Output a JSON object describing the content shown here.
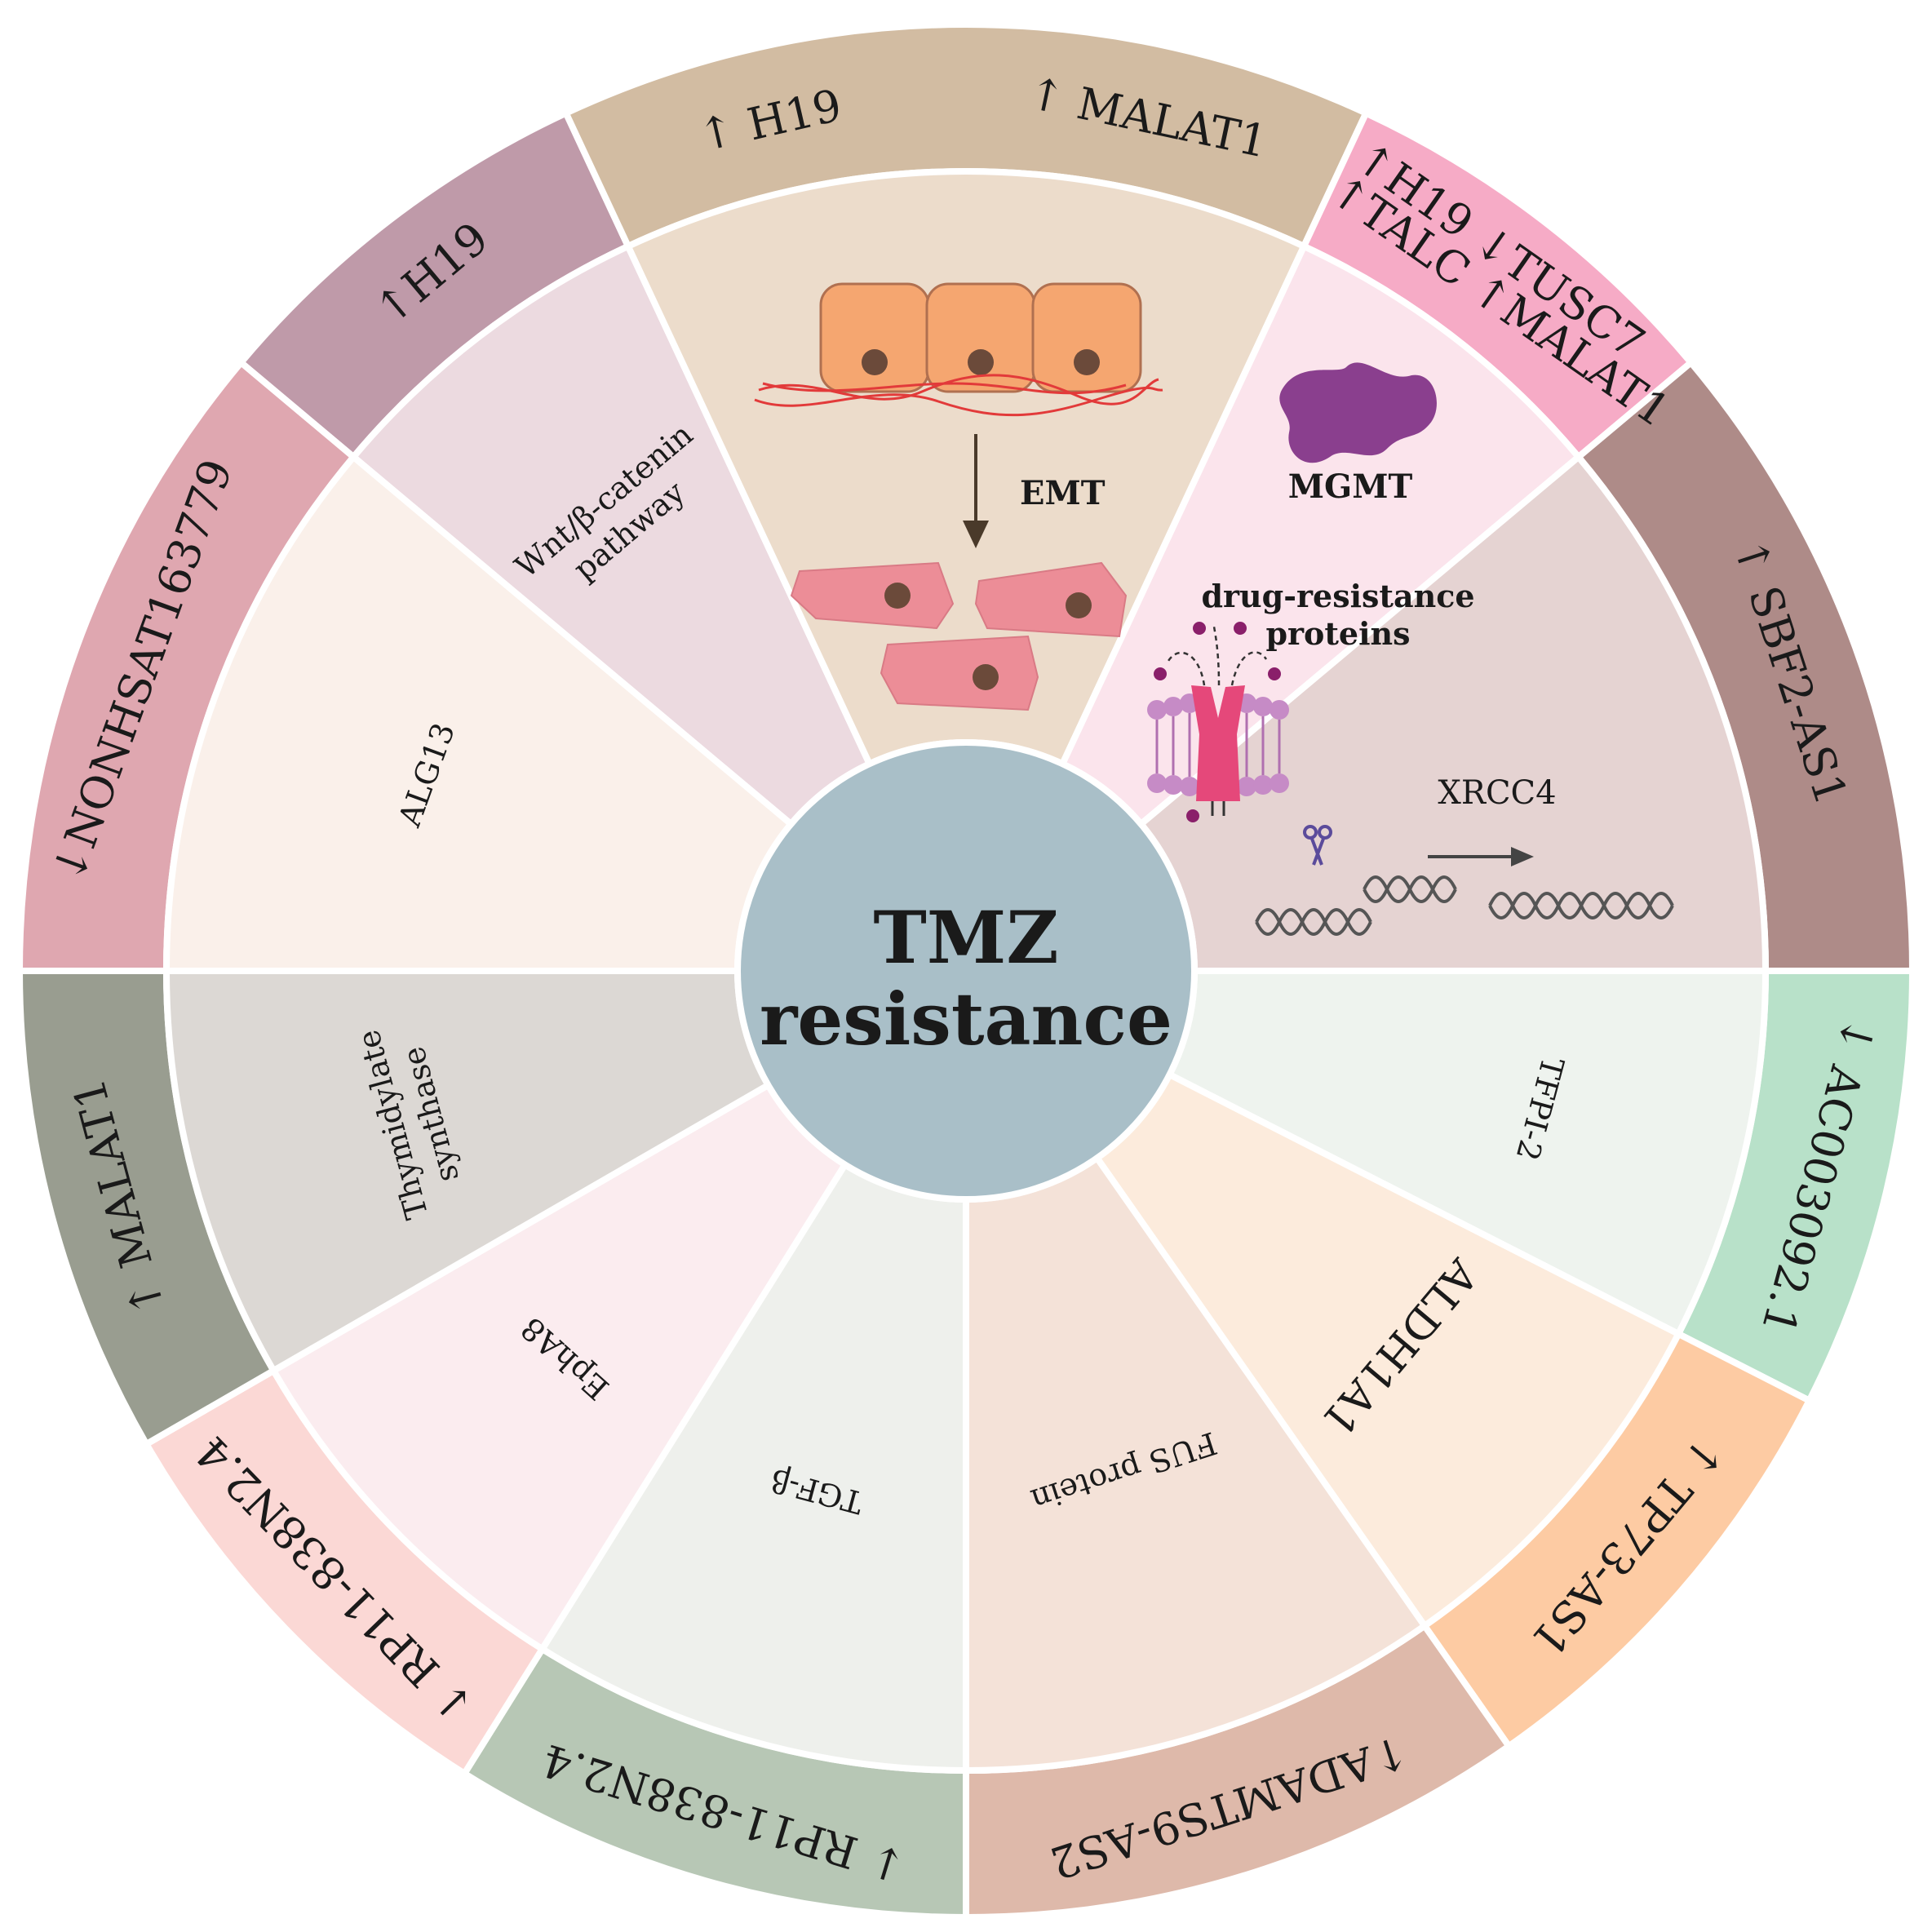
{
  "center": {
    "line1": "TMZ",
    "line2": "resistance",
    "color": "#a9bfc8"
  },
  "segments": [
    {
      "id": "wnt",
      "outer": [
        "↑H19"
      ],
      "inner": [
        "Wnt/β-catenin",
        "pathway"
      ],
      "outer_color": "#bf9aa9",
      "inner_color": "#ecdae0"
    },
    {
      "id": "emt",
      "outer": [
        "↑ H19",
        "↑  MALAT1"
      ],
      "inner": [],
      "outer_color": "#d2bca2",
      "inner_color": "#ecdccb"
    },
    {
      "id": "mgmt",
      "outer": [
        "↑H19  ↓TUSC7",
        "↑TALC ↑MALAT1"
      ],
      "inner": [],
      "outer_color": "#f6abc6",
      "inner_color": "#fbe4ec"
    },
    {
      "id": "xrcc4",
      "outer": [
        "↑ SBF2-AS1"
      ],
      "inner": [],
      "outer_color": "#ae8b88",
      "inner_color": "#e5d3d2"
    },
    {
      "id": "tfpi",
      "outer": [
        "↓ AC003092.1"
      ],
      "inner": [
        "TFPI-2"
      ],
      "outer_color": "#b8e1c9",
      "inner_color": "#eef3ee"
    },
    {
      "id": "aldh",
      "outer": [
        "↑ TP73-AS1"
      ],
      "inner": [
        "ALDH1A1"
      ],
      "outer_color": "#fdcba3",
      "inner_color": "#fcebdc"
    },
    {
      "id": "fus",
      "outer": [
        "↑ADAMTS9-AS2"
      ],
      "inner": [
        "FUS protein"
      ],
      "outer_color": "#deb9aa",
      "inner_color": "#f4e2d8"
    },
    {
      "id": "tgf",
      "outer": [
        "↓ RP11-838N2.4"
      ],
      "inner": [
        "TGF-β"
      ],
      "outer_color": "#b7c7b5",
      "inner_color": "#eef0ec"
    },
    {
      "id": "epha8",
      "outer": [
        "↓ RP11-838N2.4"
      ],
      "inner": [
        "EphA8"
      ],
      "outer_color": "#fbd8d5",
      "inner_color": "#fbecef"
    },
    {
      "id": "ts",
      "outer": [
        "↑ MALAT1"
      ],
      "inner": [
        "Thymidylate",
        "synthase"
      ],
      "outer_color": "#999d90",
      "inner_color": "#dcd8d4"
    },
    {
      "id": "alg13",
      "outer": [
        "↓NONHSAT163779"
      ],
      "inner": [
        "ALG13"
      ],
      "outer_color": "#dfa7b0",
      "inner_color": "#faf0ea"
    }
  ],
  "labels": {
    "emt": "EMT",
    "mgmt": "MGMT",
    "drug_line1": "drug-resistance",
    "drug_line2": "proteins",
    "xrcc4": "XRCC4"
  },
  "colors": {
    "cell_fill": "#f5a670",
    "cell_stroke": "#b07050",
    "nucleus": "#6b4a3a",
    "mesenchymal": "#ec8d97",
    "fiber": "#e23a3a",
    "mgmt_blob": "#8a3f8e",
    "transporter": "#e5487a",
    "membrane": "#c68bc6",
    "dna": "#555555"
  }
}
